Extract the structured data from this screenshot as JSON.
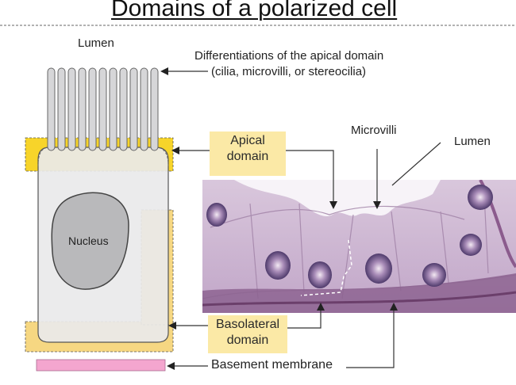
{
  "title": "Domains of a polarized cell",
  "labels": {
    "lumen_top": "Lumen",
    "differentiations_line1": "Differentiations of the apical domain",
    "differentiations_line2": "(cilia, microvilli, or stereocilia)",
    "apical_line1": "Apical",
    "apical_line2": "domain",
    "microvilli": "Microvilli",
    "lumen_micrograph": "Lumen",
    "nucleus": "Nucleus",
    "basolateral_line1": "Basolateral",
    "basolateral_line2": "domain",
    "basement_membrane": "Basement membrane"
  },
  "colors": {
    "apical_yellow": "#f7d42a",
    "basolateral_yellow": "#f6d782",
    "cytoplasm": "#e9e9ea",
    "nucleus": "#b9b9bb",
    "basement": "#f4a6cf",
    "label_box": "#fbe9a6",
    "tissue": "#cdb6d4"
  }
}
